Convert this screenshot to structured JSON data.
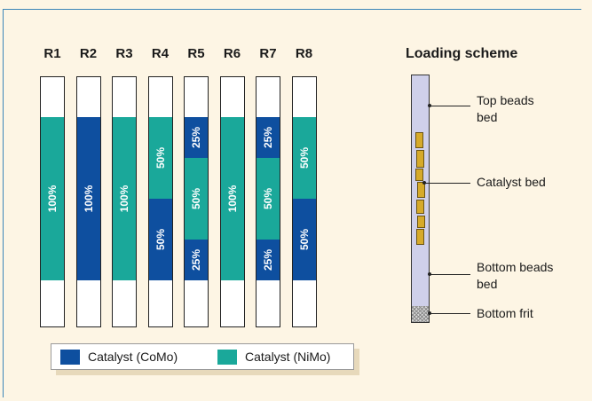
{
  "colors": {
    "como": "#0e4f9f",
    "nimo": "#1aa89a",
    "background": "#fdf5e4",
    "frame": "#3c86b8"
  },
  "reactors": [
    {
      "label": "R1",
      "segments": [
        {
          "catalyst": "nimo",
          "fraction": 1.0,
          "text": "100%"
        }
      ]
    },
    {
      "label": "R2",
      "segments": [
        {
          "catalyst": "como",
          "fraction": 1.0,
          "text": "100%"
        }
      ]
    },
    {
      "label": "R3",
      "segments": [
        {
          "catalyst": "nimo",
          "fraction": 1.0,
          "text": "100%"
        }
      ]
    },
    {
      "label": "R4",
      "segments": [
        {
          "catalyst": "nimo",
          "fraction": 0.5,
          "text": "50%"
        },
        {
          "catalyst": "como",
          "fraction": 0.5,
          "text": "50%"
        }
      ]
    },
    {
      "label": "R5",
      "segments": [
        {
          "catalyst": "como",
          "fraction": 0.25,
          "text": "25%"
        },
        {
          "catalyst": "nimo",
          "fraction": 0.5,
          "text": "50%"
        },
        {
          "catalyst": "como",
          "fraction": 0.25,
          "text": "25%"
        }
      ]
    },
    {
      "label": "R6",
      "segments": [
        {
          "catalyst": "nimo",
          "fraction": 1.0,
          "text": "100%"
        }
      ]
    },
    {
      "label": "R7",
      "segments": [
        {
          "catalyst": "como",
          "fraction": 0.25,
          "text": "25%"
        },
        {
          "catalyst": "nimo",
          "fraction": 0.5,
          "text": "50%"
        },
        {
          "catalyst": "como",
          "fraction": 0.25,
          "text": "25%"
        }
      ]
    },
    {
      "label": "R8",
      "segments": [
        {
          "catalyst": "nimo",
          "fraction": 0.5,
          "text": "50%"
        },
        {
          "catalyst": "como",
          "fraction": 0.5,
          "text": "50%"
        }
      ]
    }
  ],
  "scheme": {
    "title": "Loading scheme",
    "top_beads_line1": "Top beads",
    "top_beads_line2": "bed",
    "catalyst_bed": "Catalyst bed",
    "bottom_beads_line1": "Bottom beads",
    "bottom_beads_line2": "bed",
    "bottom_frit": "Bottom frit"
  },
  "legend": {
    "como_label": "Catalyst (CoMo)",
    "nimo_label": "Catalyst (NiMo)"
  }
}
